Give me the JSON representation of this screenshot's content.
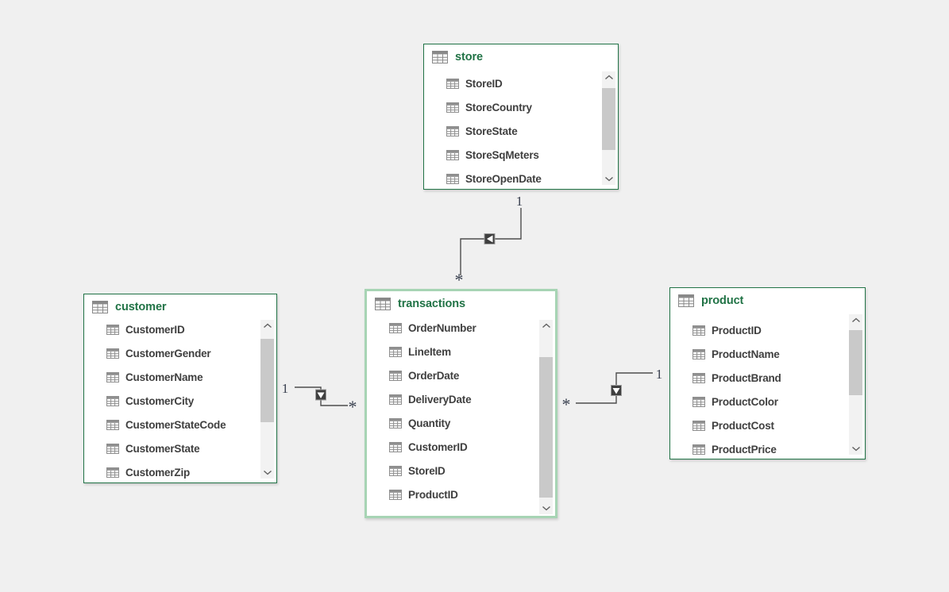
{
  "canvas": {
    "background": "#f0f0f0"
  },
  "colors": {
    "table_border": "#217346",
    "selected_table_border": "#a7d4b4",
    "table_title_text": "#217346",
    "field_text": "#3f3f3f",
    "relationship_line": "#4d4d4d",
    "cardinality_text": "#3a4150",
    "scroll_thumb": "#c9c9c9",
    "scroll_track": "#f2f2f2"
  },
  "icons": {
    "table_icon": "table-grid",
    "column_icon": "table-grid-small",
    "scroll_up": "chevron-up",
    "scroll_down": "chevron-down",
    "relationship_arrow": "filter-direction-arrow"
  },
  "tables": [
    {
      "name": "store",
      "selected": false,
      "fields": [
        "StoreID",
        "StoreCountry",
        "StoreState",
        "StoreSqMeters",
        "StoreOpenDate"
      ]
    },
    {
      "name": "customer",
      "selected": false,
      "fields": [
        "CustomerID",
        "CustomerGender",
        "CustomerName",
        "CustomerCity",
        "CustomerStateCode",
        "CustomerState",
        "CustomerZip"
      ]
    },
    {
      "name": "transactions",
      "selected": true,
      "fields": [
        "OrderNumber",
        "LineItem",
        "OrderDate",
        "DeliveryDate",
        "Quantity",
        "CustomerID",
        "StoreID",
        "ProductID"
      ]
    },
    {
      "name": "product",
      "selected": false,
      "fields": [
        "ProductID",
        "ProductName",
        "ProductBrand",
        "ProductColor",
        "ProductCost",
        "ProductPrice"
      ]
    }
  ],
  "relationships": [
    {
      "from": "store",
      "to": "transactions",
      "one_label": "1",
      "many_label": "*"
    },
    {
      "from": "customer",
      "to": "transactions",
      "one_label": "1",
      "many_label": "*"
    },
    {
      "from": "product",
      "to": "transactions",
      "one_label": "1",
      "many_label": "*"
    }
  ]
}
